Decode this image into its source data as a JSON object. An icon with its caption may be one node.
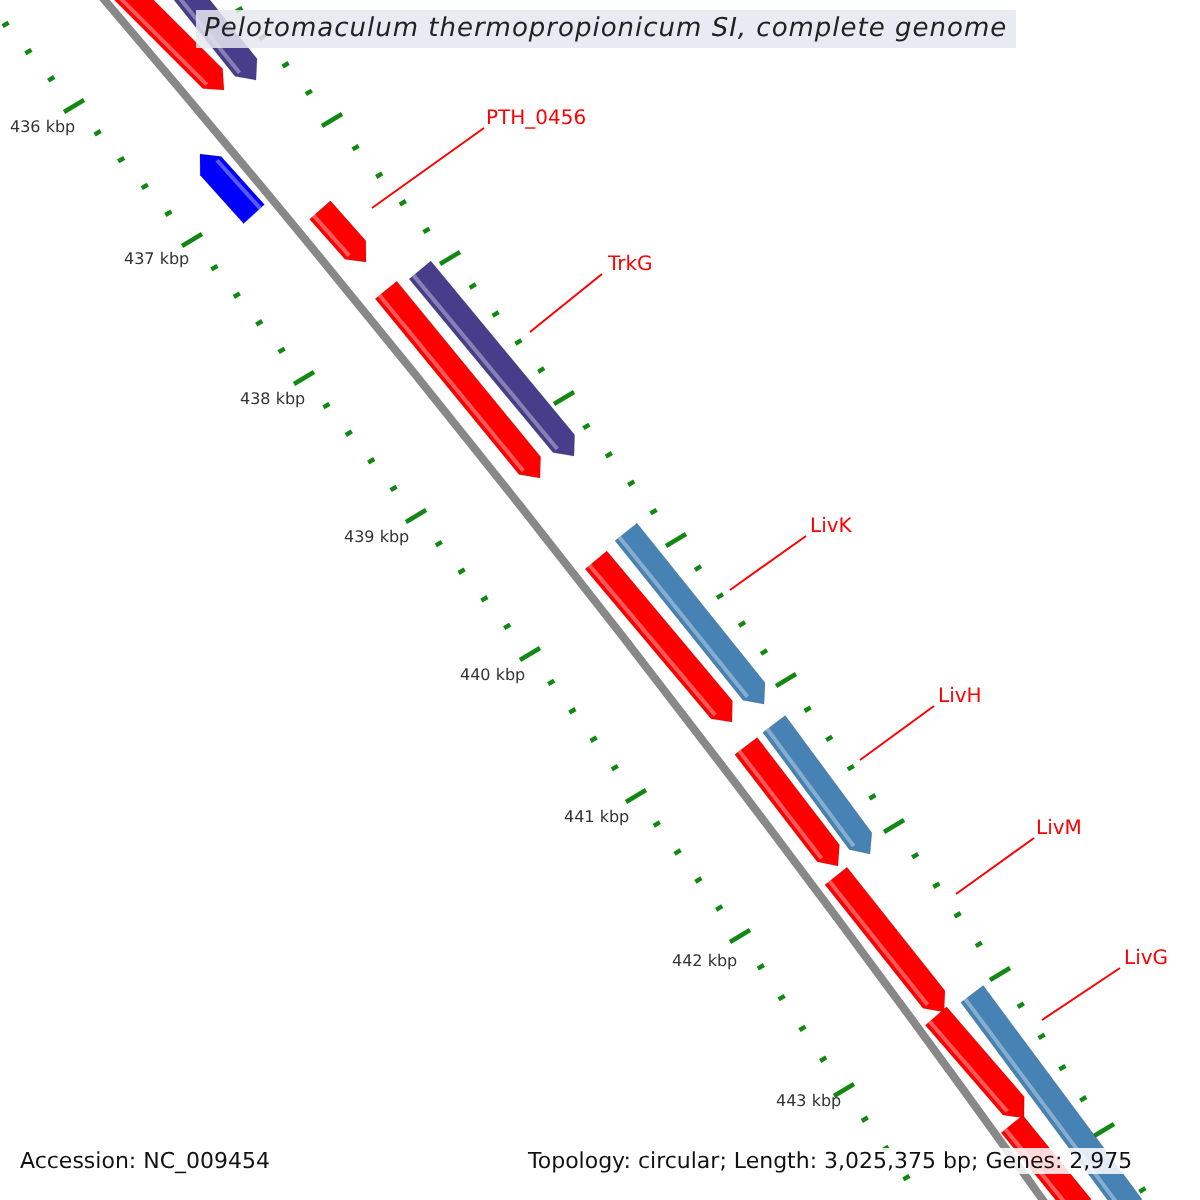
{
  "diagram": {
    "title": "Pelotomaculum thermopropionicum SI, complete genome",
    "nodes": [
      {
        "text": [
          "PTH_0456"
        ]
      },
      {
        "text": [
          "TrkG"
        ]
      },
      {
        "text": [
          "LivK"
        ]
      },
      {
        "text": [
          "LivH"
        ]
      },
      {
        "text": [
          "LivM"
        ]
      },
      {
        "text": [
          "LivG"
        ]
      },
      {
        "text": [],
        "shape": "bar"
      },
      {
        "text": [],
        "shape": "bar"
      },
      {
        "text": [],
        "shape": "bar"
      },
      {
        "text": [],
        "shape": "bar"
      },
      {
        "text": [],
        "shape": "bar"
      },
      {
        "text": [],
        "shape": "bar"
      }
    ],
    "edges": [
      {
        "from": 0,
        "to": 6,
        "arrow": "none"
      },
      {
        "from": 1,
        "to": 7,
        "arrow": "none"
      },
      {
        "from": 2,
        "to": 8,
        "arrow": "none"
      },
      {
        "from": 3,
        "to": 9,
        "arrow": "none"
      },
      {
        "from": 4,
        "to": 10,
        "arrow": "none"
      },
      {
        "from": 5,
        "to": 11,
        "arrow": "none"
      }
    ],
    "labels": [
      "436 kbp",
      "437 kbp",
      "438 kbp",
      "439 kbp",
      "440 kbp",
      "441 kbp",
      "442 kbp",
      "443 kbp",
      "Accession: NC_009454",
      "Topology: circular; Length: 3,025,375 bp; Genes: 2,975"
    ]
  }
}
